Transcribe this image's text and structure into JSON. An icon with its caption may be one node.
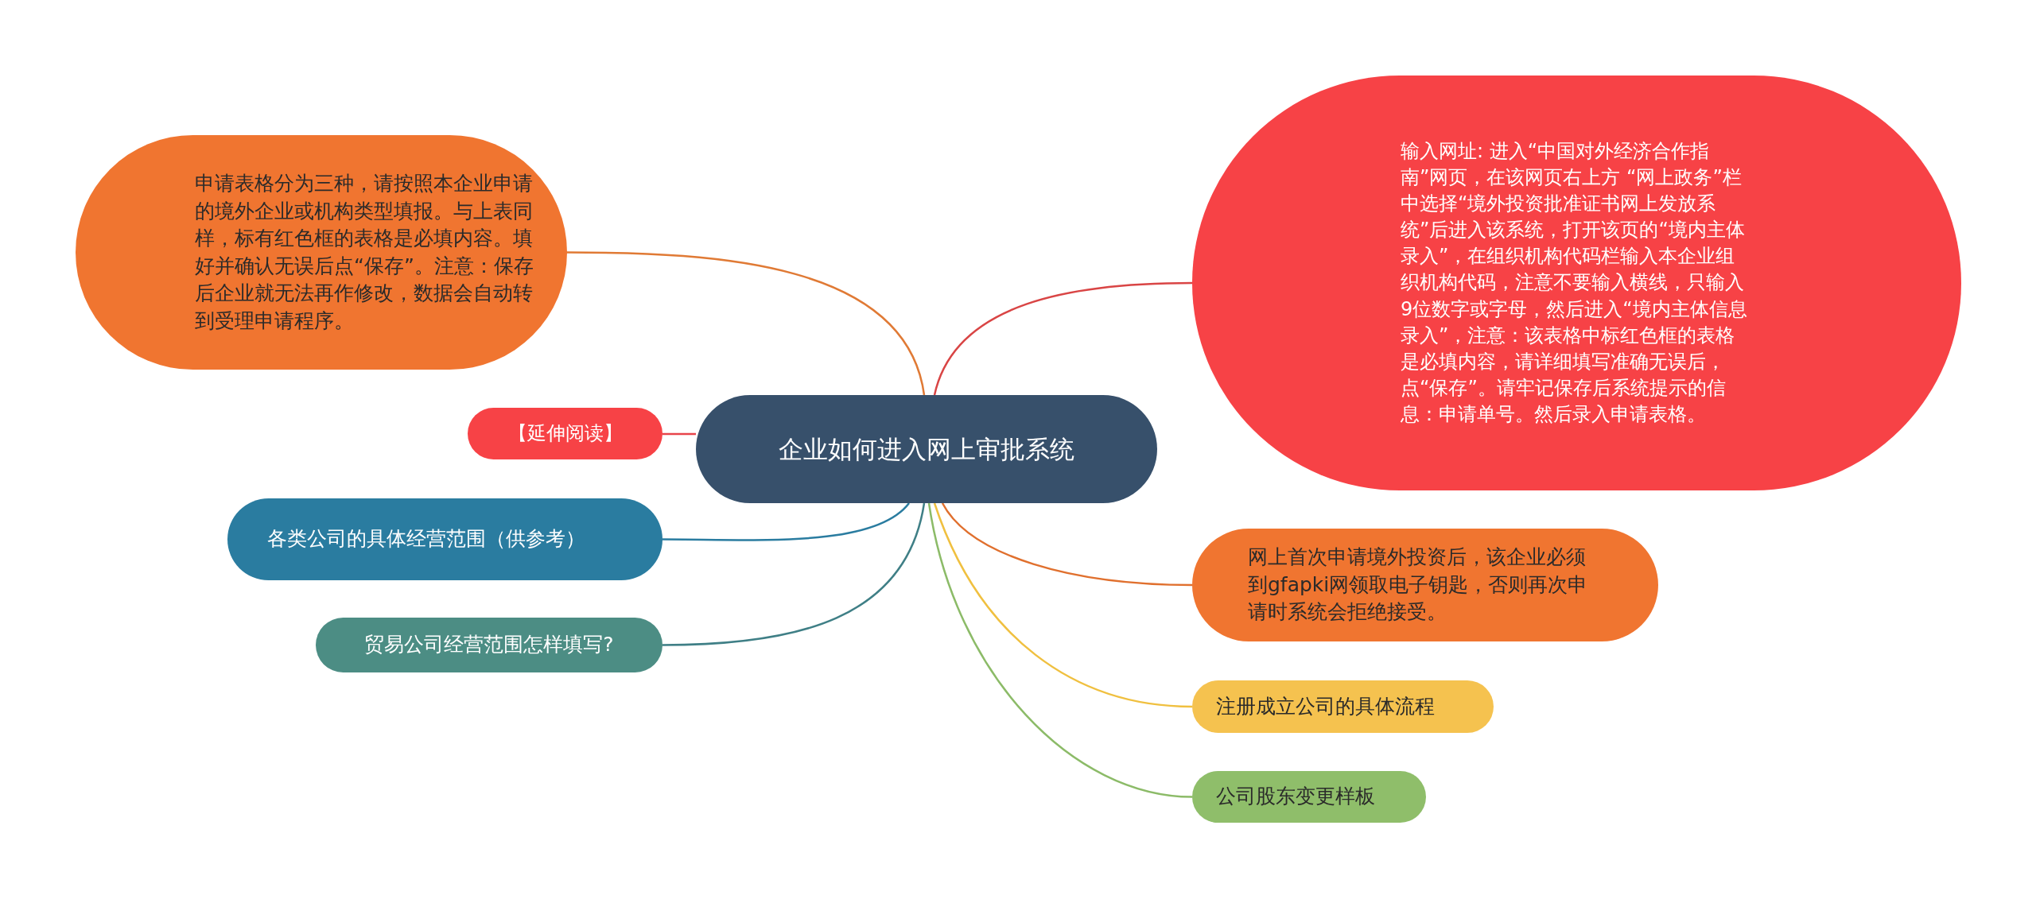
{
  "diagram": {
    "nodes": [
      {
        "text": [
          "企业如何进入网上审批系统"
        ]
      },
      {
        "text": [
          "申请表格分为三种，请按照本企业申请的境外企业或机构类型填报。与上表同样，标有红色框的表格是必填内容。填好并确认无误后点“保存”。注意：保存后企业就无法再作修改，数据会自动转到受理申请程序。"
        ]
      },
      {
        "text": [
          "【延伸阅读】"
        ]
      },
      {
        "text": [
          "各类公司的具体经营范围（供参考）"
        ]
      },
      {
        "text": [
          "贸易公司经营范围怎样填写?"
        ]
      },
      {
        "text": [
          "输入网址: 进入“中国对外经济合作指南”网页，在该网页右上方 “网上政务”栏中选择“境外投资批准证书网上发放系统”后进入该系统，打开该页的“境内主体录入”，在组织机构代码栏输入本企业组织机构代码，注意不要输入横线，只输入9位数字或字母，然后进入“境内主体信息录入”，注意：该表格中标红色框的表格是必填内容，请详细填写准确无误后，点“保存”。请牢记保存后系统提示的信息：申请单号。然后录入申请表格。"
        ]
      },
      {
        "text": [
          "网上首次申请境外投资后，该企业必须到gfapki网领取电子钥匙，否则再次申请时系统会拒绝接受。"
        ]
      },
      {
        "text": [
          "注册成立公司的具体流程"
        ]
      },
      {
        "text": [
          "公司股东变更样板"
        ]
      }
    ],
    "edges": [
      {
        "from": 0,
        "to": 1,
        "arrow": "none",
        "color": "#e07a35"
      },
      {
        "from": 0,
        "to": 2,
        "arrow": "none",
        "color": "#e8444a"
      },
      {
        "from": 0,
        "to": 3,
        "arrow": "none",
        "color": "#2a7ca0"
      },
      {
        "from": 0,
        "to": 4,
        "arrow": "none",
        "color": "#3f7f86"
      },
      {
        "from": 0,
        "to": 5,
        "arrow": "none",
        "color": "#d94545"
      },
      {
        "from": 0,
        "to": 6,
        "arrow": "none",
        "color": "#e0702e"
      },
      {
        "from": 0,
        "to": 7,
        "arrow": "none",
        "color": "#f0c040"
      },
      {
        "from": 0,
        "to": 8,
        "arrow": "none",
        "color": "#8cbb68"
      }
    ]
  }
}
